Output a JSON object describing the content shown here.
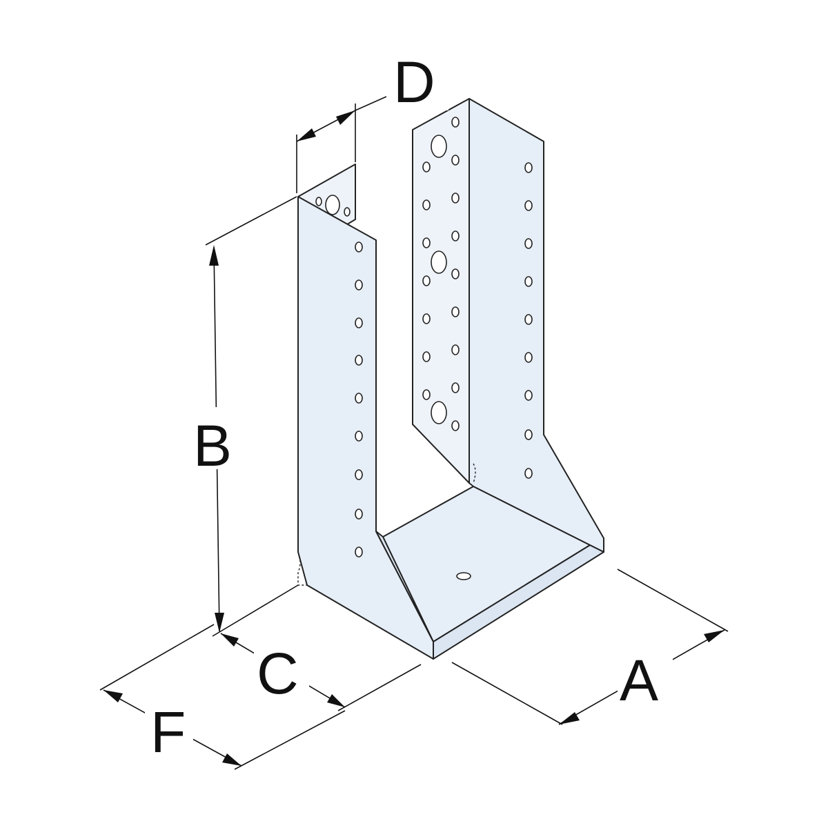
{
  "diagram": {
    "labels": {
      "A": "A",
      "B": "B",
      "C": "C",
      "D": "D",
      "F": "F"
    },
    "colors": {
      "metal": "#e6eef7",
      "outline": "#222222",
      "background": "#ffffff"
    }
  }
}
